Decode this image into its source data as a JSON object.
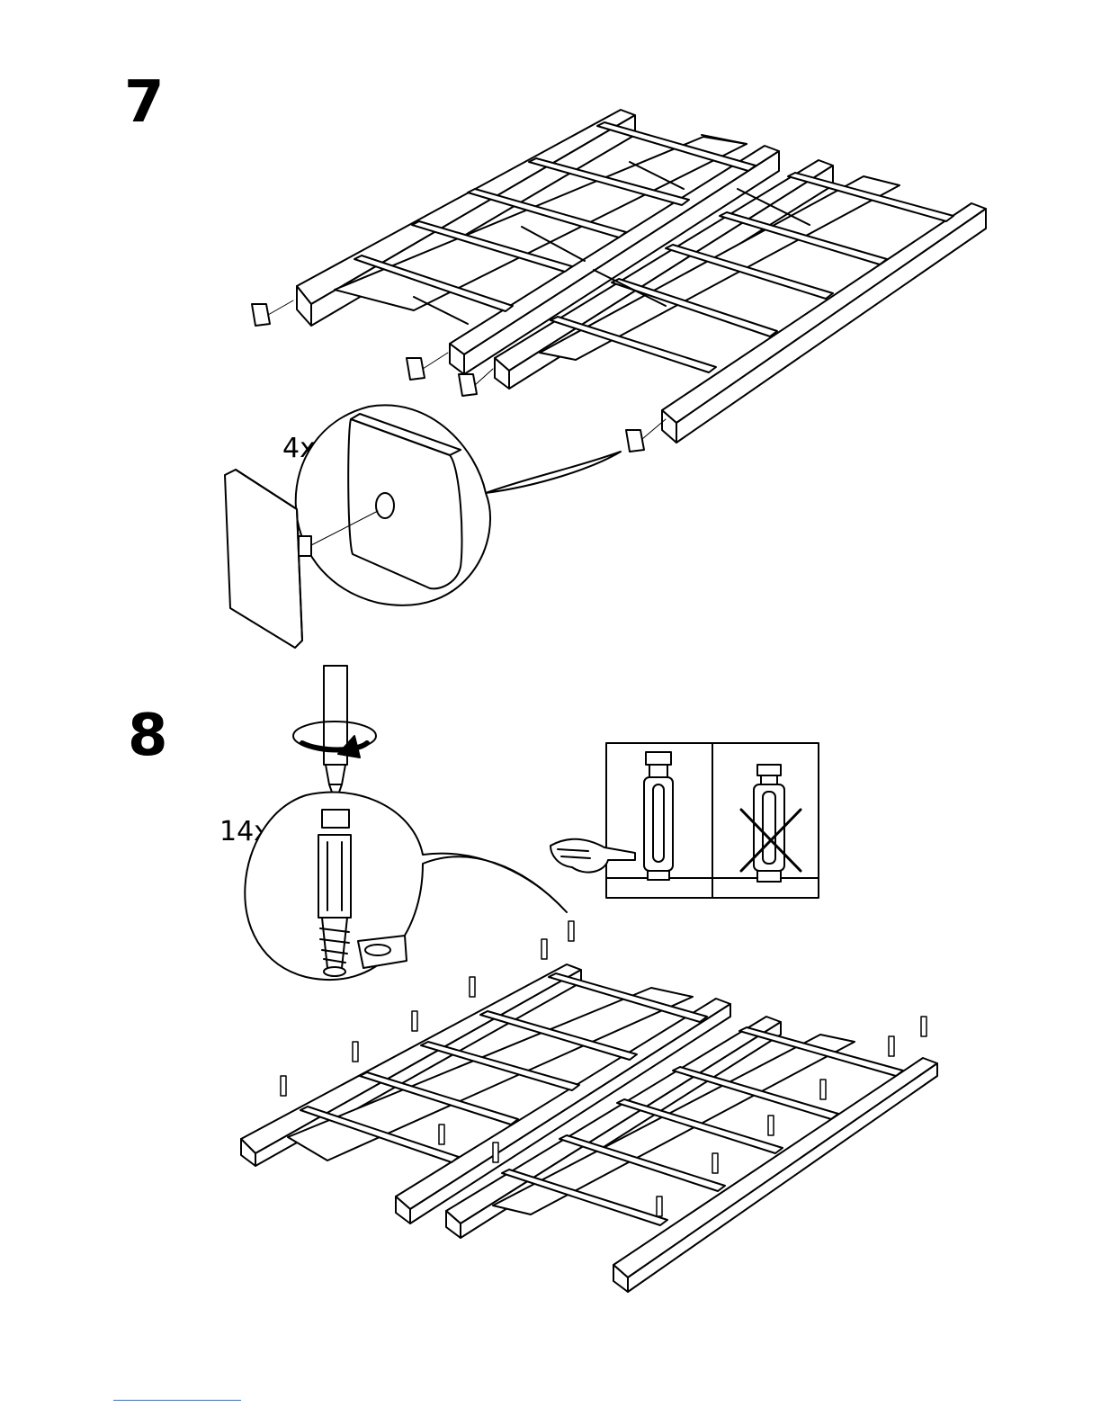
{
  "steps": [
    {
      "number": "7",
      "quantity": "4x"
    },
    {
      "number": "8",
      "quantity": "14x"
    }
  ],
  "icons": {
    "step7": [
      "end-cap-icon",
      "bed-frame-icon",
      "magnified-cap-icon"
    ],
    "step8": [
      "screwdriver-icon",
      "rotate-arrow-icon",
      "cam-dowel-icon",
      "correct-incorrect-panel-icon",
      "bed-frame-icon"
    ]
  },
  "colors": {
    "ink": "#000000",
    "paper": "#ffffff",
    "footer_rule": "#3b6fb6"
  }
}
